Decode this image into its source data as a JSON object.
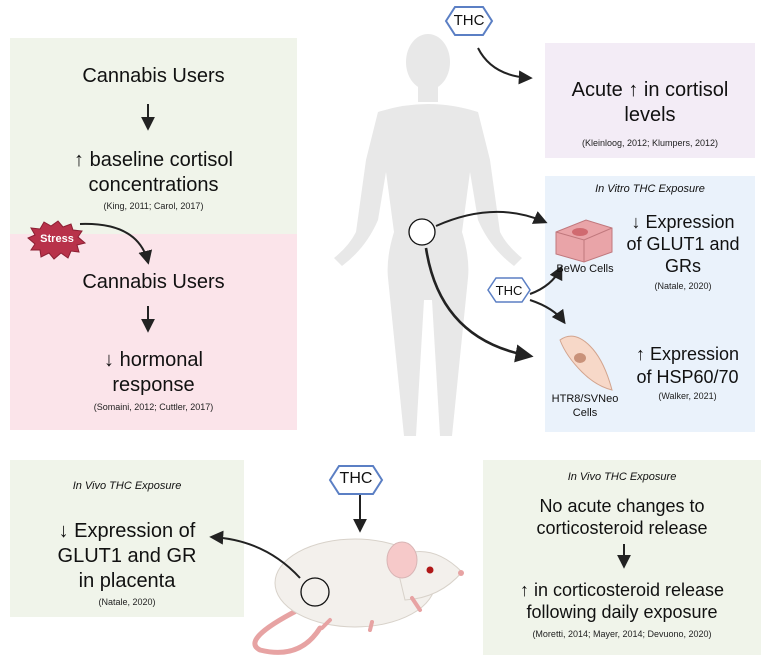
{
  "thc_label": "THC",
  "stress_label": "Stress",
  "users_box": {
    "title": "Cannabis Users",
    "result_line1": "↑ baseline cortisol",
    "result_line2": "concentrations",
    "ref": "(King, 2011; Carol, 2017)"
  },
  "stress_box": {
    "title": "Cannabis Users",
    "result_line1": "↓ hormonal",
    "result_line2": "response",
    "ref": "(Somaini, 2012; Cuttler, 2017)"
  },
  "acute_box": {
    "line1": "Acute ↑ in cortisol",
    "line2": "levels",
    "ref": "(Kleinloog, 2012; Klumpers, 2012)"
  },
  "invitro_box": {
    "heading": "In Vitro THC Exposure",
    "bewo": {
      "cell_label": "BeWo Cells",
      "line1": "↓ Expression",
      "line2": "of GLUT1 and",
      "line3": "GRs",
      "ref": "(Natale, 2020)"
    },
    "htr": {
      "cell_label_1": "HTR8/SVNeo",
      "cell_label_2": "Cells",
      "line1": "↑ Expression",
      "line2": "of HSP60/70",
      "ref": "(Walker, 2021)"
    }
  },
  "invivo_left": {
    "heading": "In Vivo THC Exposure",
    "line1": "↓ Expression of",
    "line2": "GLUT1 and GR",
    "line3": "in placenta",
    "ref": "(Natale, 2020)"
  },
  "invivo_right": {
    "heading": "In Vivo THC Exposure",
    "line1": "No acute changes to",
    "line2": "corticosteroid release",
    "line3": "↑ in corticosteroid release",
    "line4": "following daily exposure",
    "ref": "(Moretti, 2014; Mayer, 2014; Devuono, 2020)"
  },
  "colors": {
    "green_panel": "#f0f4ea",
    "pink_panel": "#fbe4ea",
    "purple_panel": "#f3ecf6",
    "blue_panel": "#eaf2fb",
    "thc_border": "#5b7fc4",
    "stress_fill": "#b8324a",
    "silhouette": "#e8e8e8"
  }
}
